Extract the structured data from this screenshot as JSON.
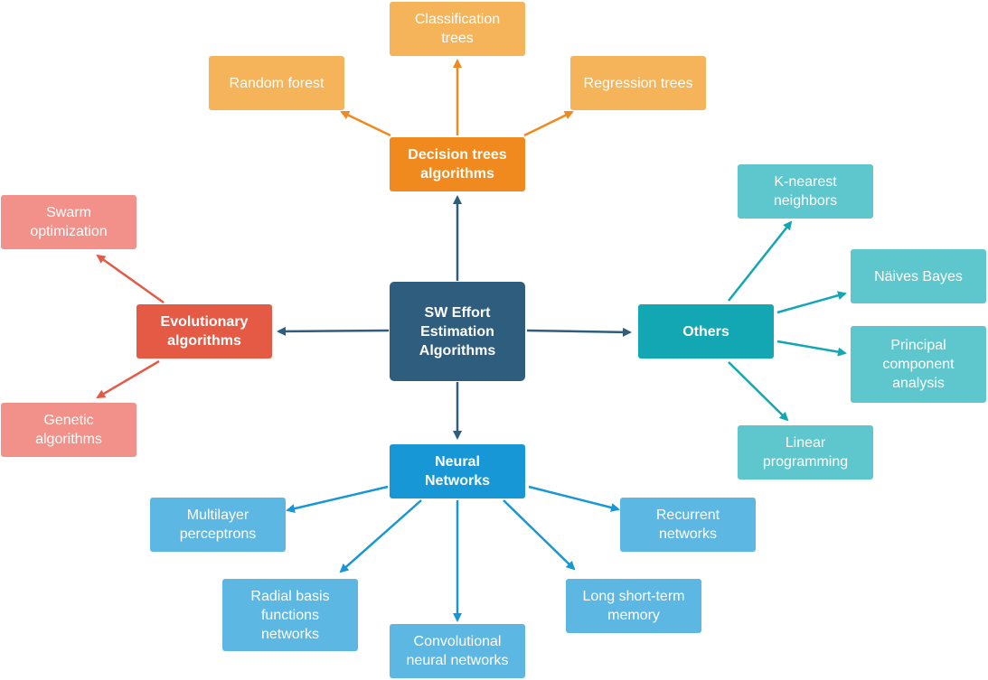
{
  "colors": {
    "center": "#2e5d7e",
    "decision": "#f0891e",
    "decision_light": "#f5b35a",
    "evolutionary": "#e55a45",
    "evolutionary_light": "#f1918a",
    "others": "#13a7b3",
    "others_light": "#5ec7cd",
    "neural": "#1797d5",
    "neural_light": "#5cb7e3"
  },
  "nodes": {
    "center": "SW Effort\nEstimation\nAlgorithms",
    "decision_trees": "Decision trees\nalgorithms",
    "evolutionary": "Evolutionary\nalgorithms",
    "others": "Others",
    "neural_networks": "Neural\nNetworks",
    "random_forest": "Random forest",
    "classification_trees": "Classification\ntrees",
    "regression_trees": "Regression trees",
    "swarm_optimization": "Swarm\noptimization",
    "genetic_algorithms": "Genetic\nalgorithms",
    "knn": "K-nearest\nneighbors",
    "naive_bayes": "Näives Bayes",
    "pca": "Principal\ncomponent\nanalysis",
    "linear_programming": "Linear\nprogramming",
    "multilayer_perceptrons": "Multilayer\nperceptrons",
    "radial_basis": "Radial basis\nfunctions\nnetworks",
    "convolutional": "Convolutional\nneural networks",
    "lstm": "Long short-term\nmemory",
    "recurrent": "Recurrent\nnetworks"
  }
}
